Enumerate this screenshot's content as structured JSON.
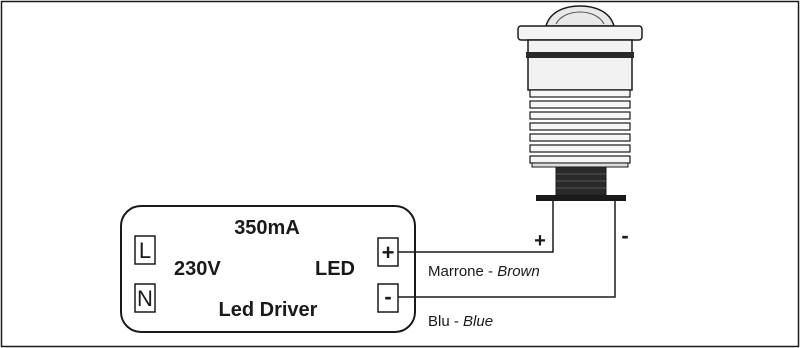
{
  "driver": {
    "current": "350mA",
    "input_voltage": "230V",
    "output": "LED",
    "name": "Led Driver",
    "terminal_l": "L",
    "terminal_n": "N",
    "terminal_plus": "+",
    "terminal_minus": "-"
  },
  "lamp": {
    "plus": "+",
    "minus": "-"
  },
  "wires": {
    "brown_it": "Marrone - ",
    "brown_en": "Brown",
    "blue_it": "Blu - ",
    "blue_en": "Blue"
  },
  "colors": {
    "line": "#1a1a1a",
    "lamp_body": "#f2f2f2",
    "lamp_dark": "#2a2a2a"
  }
}
